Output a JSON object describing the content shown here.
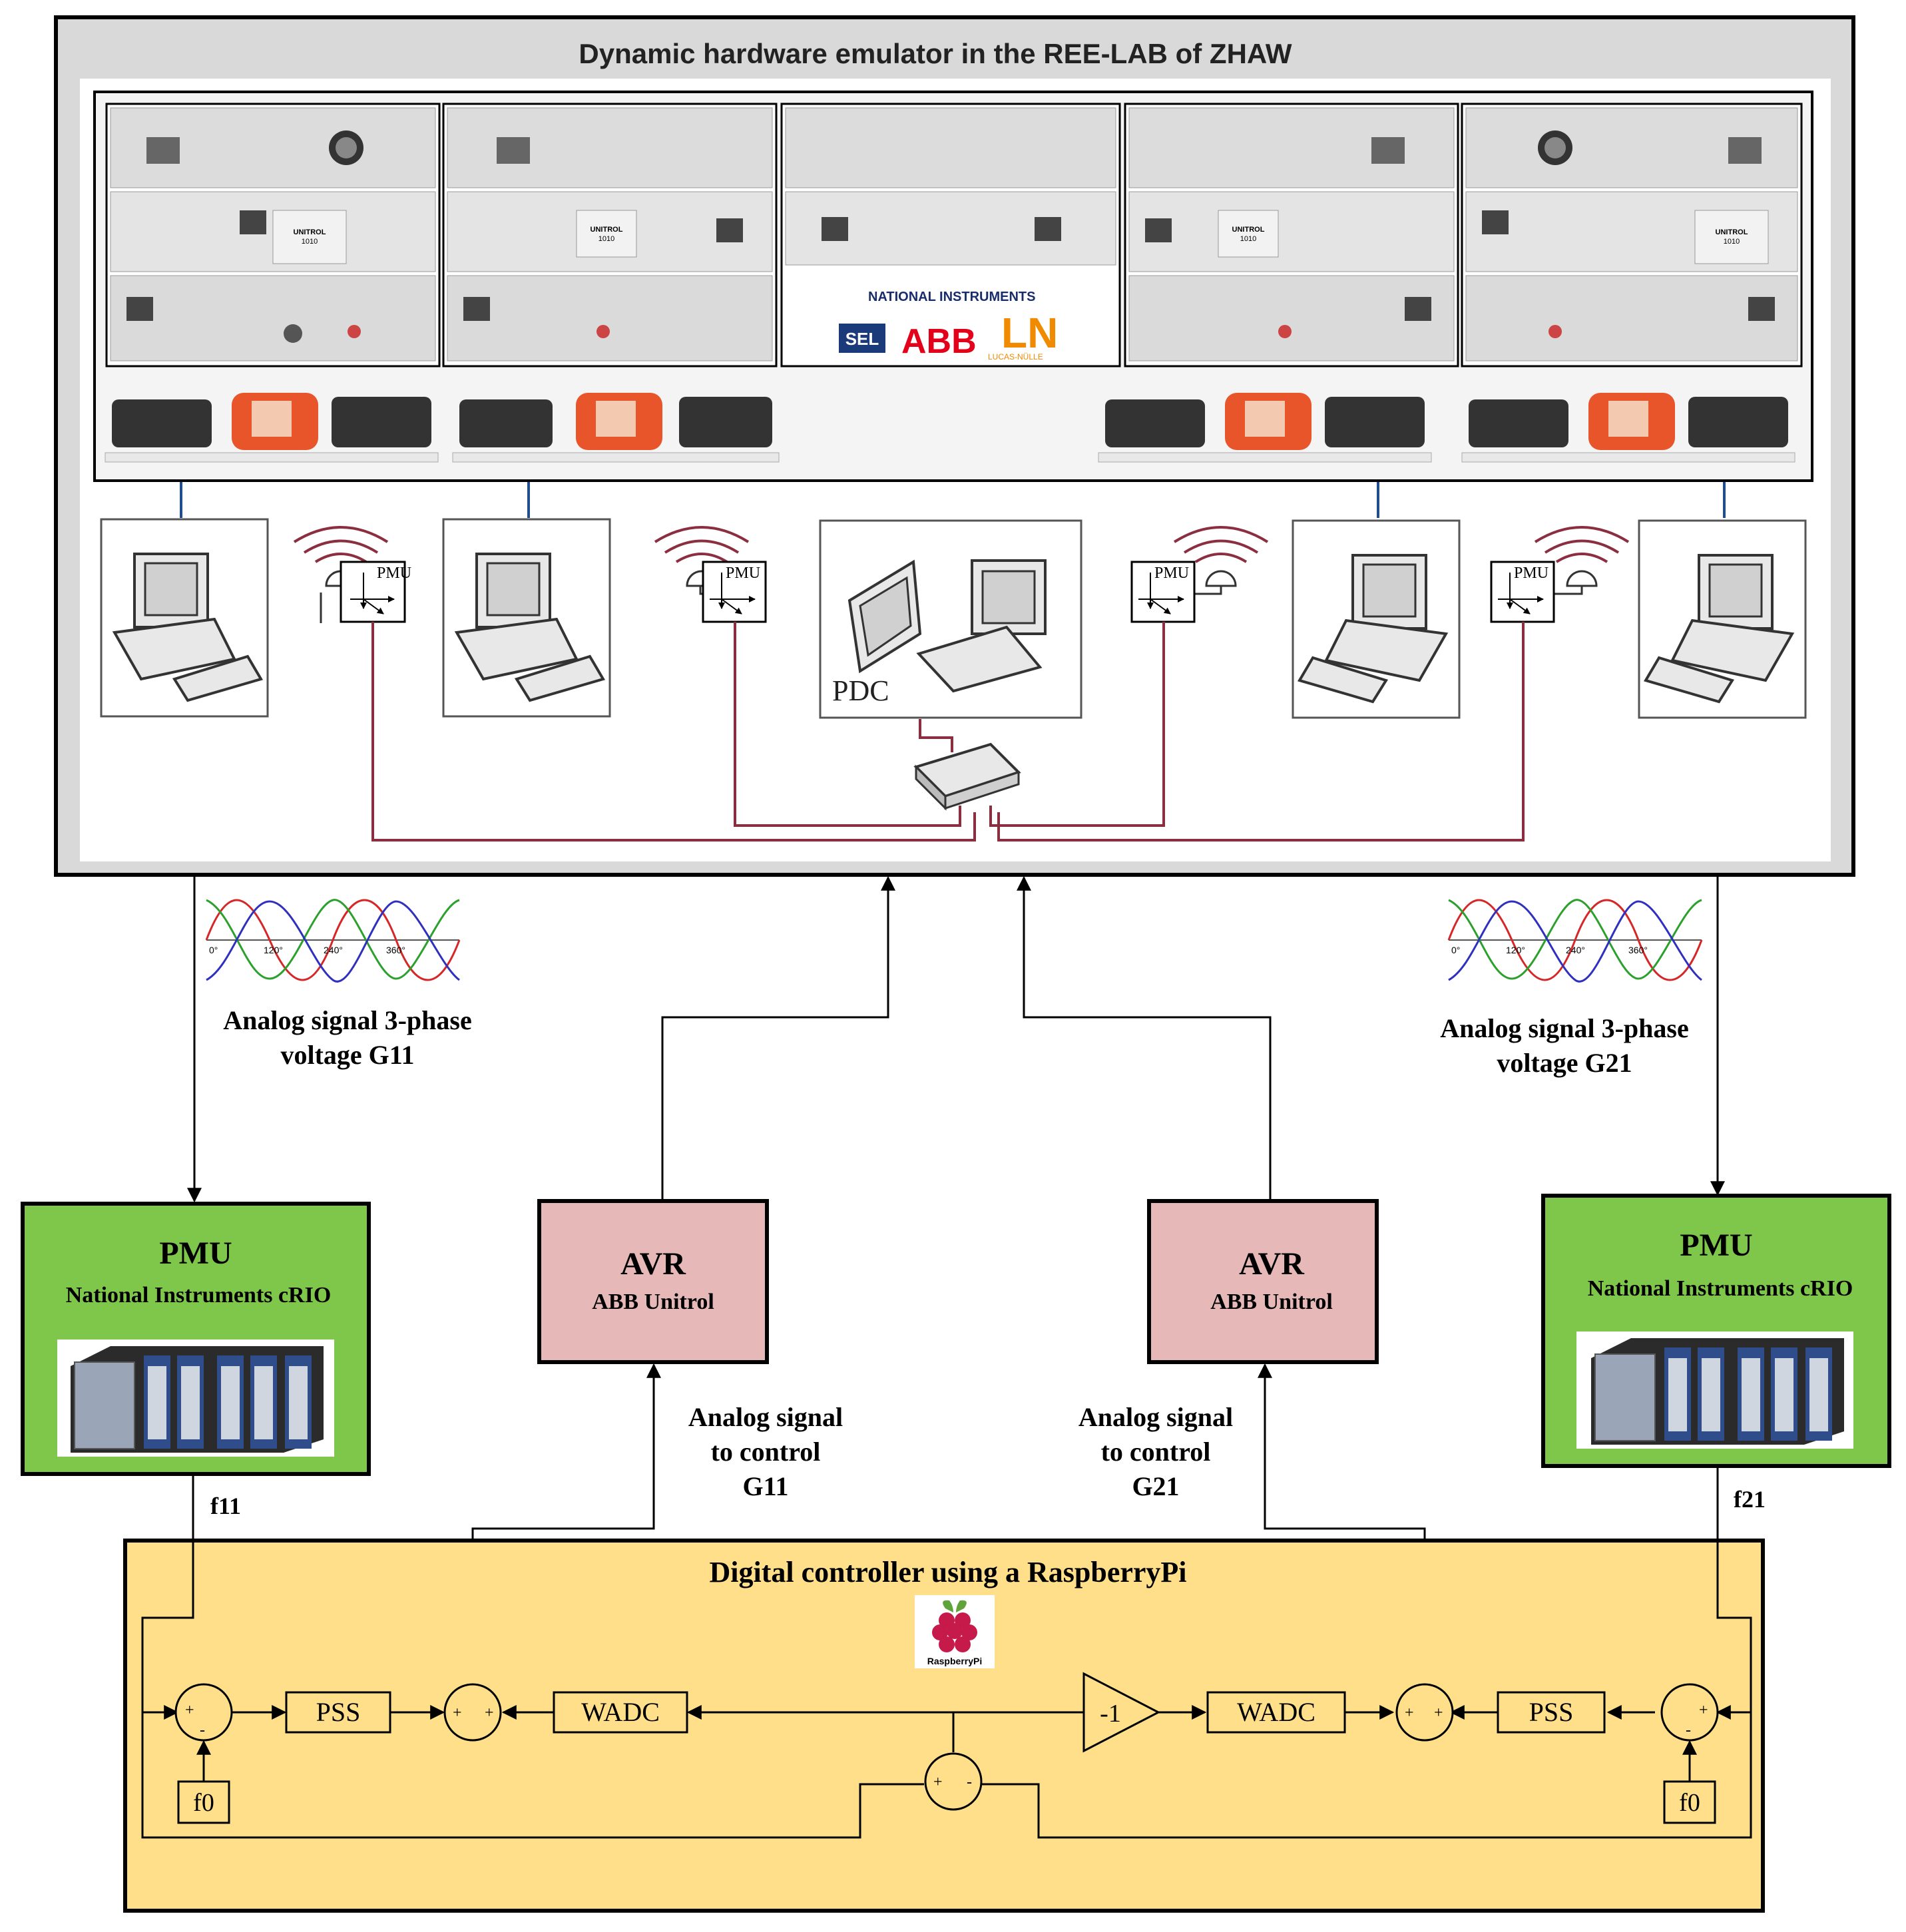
{
  "colors": {
    "emulator_bg": "#d9d9d9",
    "pmu_green": "#7fc74a",
    "avr_pink": "#e6b9b8",
    "controller_yellow": "#ffdf8a",
    "network_line": "#8b2e3f",
    "feeder_line": "#1f4e8a",
    "wave_red": "#d62728",
    "wave_green": "#2ca02c",
    "wave_blue": "#3030c0"
  },
  "emulator": {
    "title": "Dynamic hardware emulator in the REE-LAB of ZHAW",
    "panel_label": "UNITROL\n1010",
    "logos": [
      "NATIONAL INSTRUMENTS",
      "SEL",
      "ABB",
      "LN",
      "LUCAS-NÜLLE"
    ],
    "pmu_tag": "PMU",
    "pdc_label": "PDC"
  },
  "signals": {
    "left": {
      "line1": "Analog signal 3-phase",
      "line2": "voltage G11"
    },
    "right": {
      "line1": "Analog signal 3-phase",
      "line2": "voltage G21"
    },
    "wave_ticks": [
      "0°",
      "120°",
      "240°",
      "360°"
    ]
  },
  "pmu_left": {
    "title": "PMU",
    "subtitle": "National Instruments cRIO",
    "output": "f11"
  },
  "pmu_right": {
    "title": "PMU",
    "subtitle": "National Instruments cRIO",
    "output": "f21"
  },
  "avr_left": {
    "title": "AVR",
    "subtitle": "ABB Unitrol"
  },
  "avr_right": {
    "title": "AVR",
    "subtitle": "ABB Unitrol"
  },
  "control_left": {
    "line1": "Analog signal",
    "line2": "to control",
    "line3": "G11"
  },
  "control_right": {
    "line1": "Analog signal",
    "line2": "to control",
    "line3": "G21"
  },
  "controller": {
    "title": "Digital controller using a RaspberryPi",
    "logo_text": "RaspberryPi",
    "pss_left": "PSS",
    "wadc_left": "WADC",
    "gain": "-1",
    "wadc_right": "WADC",
    "pss_right": "PSS",
    "f0_left": "f0",
    "f0_right": "f0",
    "plus": "+",
    "minus": "-"
  }
}
